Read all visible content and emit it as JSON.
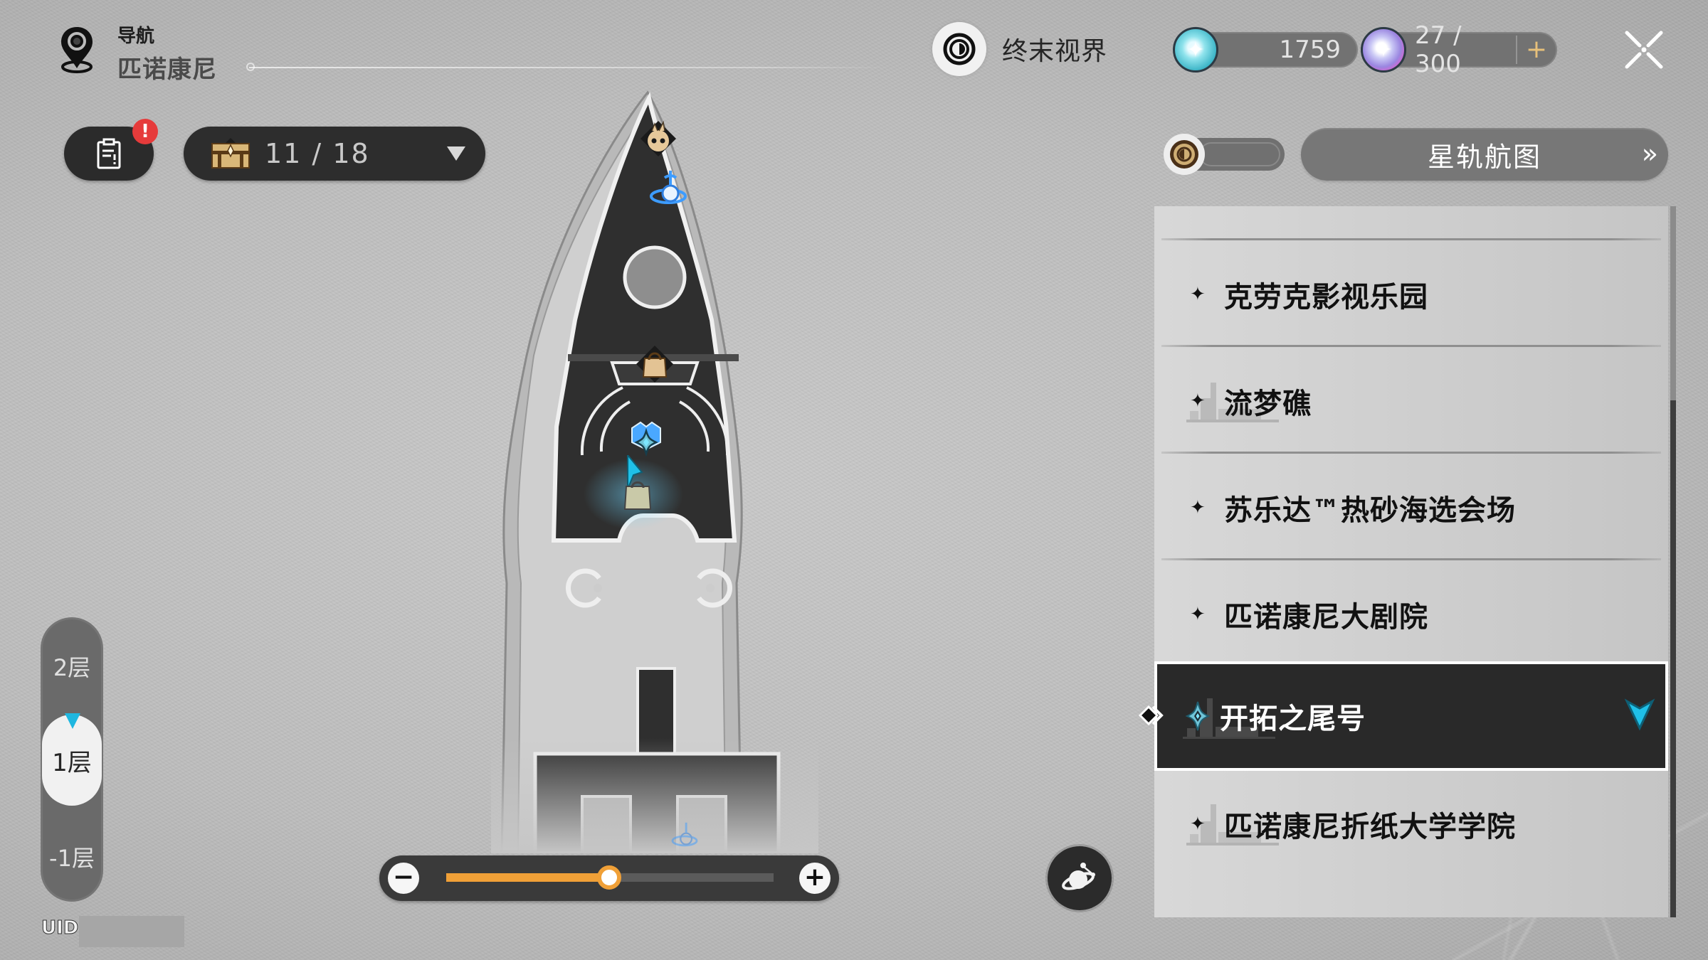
{
  "header": {
    "nav_label": "导航",
    "location": "匹诺康尼",
    "endgame_label": "终末视界",
    "currencies": [
      {
        "icon": "stellar-jade-icon",
        "value": "1759"
      },
      {
        "icon": "trailblaze-power-icon",
        "value": "27 / 300",
        "add_label": "+"
      }
    ],
    "close_icon": "close-icon"
  },
  "toolbar": {
    "mission_badge": "!",
    "treasure_count": "11 / 18",
    "star_rail_map_label": "星轨航图",
    "star_rail_map_chevron": "»"
  },
  "locations": {
    "items": [
      {
        "name": "克劳克影视乐园",
        "selected": false
      },
      {
        "name": "流梦礁",
        "selected": false
      },
      {
        "name": "苏乐达™热砂海选会场",
        "selected": false
      },
      {
        "name": "匹诺康尼大剧院",
        "selected": false
      },
      {
        "name": "开拓之尾号",
        "selected": true
      },
      {
        "name": "匹诺康尼折纸大学学院",
        "selected": false
      }
    ],
    "bullet": "✦"
  },
  "floors": {
    "items": [
      "2层",
      "1层",
      "-1层"
    ],
    "current": "1层"
  },
  "uid": {
    "label": "UID:"
  },
  "zoom": {
    "minus": "−",
    "plus": "+",
    "level_percent": 50
  },
  "colors": {
    "accent_orange": "#f0a037",
    "accent_cyan": "#1fb7e0",
    "badge_red": "#e63b3b",
    "selected_row_bg": "#292929"
  }
}
